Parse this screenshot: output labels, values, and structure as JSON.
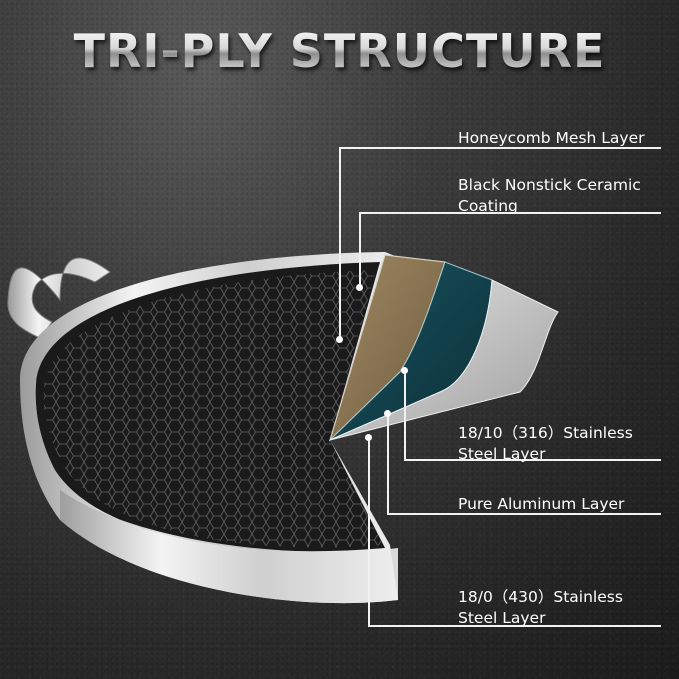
{
  "title": "TRI-PLY STRUCTURE",
  "layers": [
    {
      "id": "honeycomb",
      "label_lines": [
        "Honeycomb Mesh Layer"
      ]
    },
    {
      "id": "ceramic",
      "label_lines": [
        "Black Nonstick Ceramic",
        "Coating"
      ]
    },
    {
      "id": "steel-316",
      "label_lines": [
        "18/10（316）Stainless",
        "Steel Layer"
      ]
    },
    {
      "id": "aluminum",
      "label_lines": [
        "Pure Aluminum Layer"
      ]
    },
    {
      "id": "steel-430",
      "label_lines": [
        "18/0（430）Stainless",
        "Steel Layer"
      ]
    }
  ],
  "colors": {
    "background": "#2a2a2a",
    "label_text": "#ffffff",
    "leader_line": "#f2f2f2",
    "layer_bronze": "#8a7656",
    "layer_teal": "#10404a",
    "layer_silver": "#bfbfbf",
    "pan_interior": "#111111"
  }
}
